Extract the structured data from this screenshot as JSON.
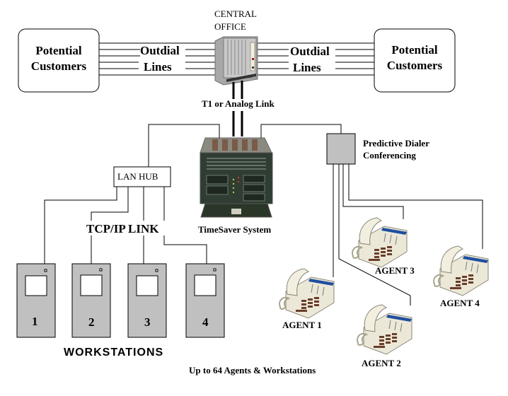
{
  "diagram": {
    "title": "Predictive Dialer Network Diagram",
    "central_office": {
      "label_line1": "CENTRAL",
      "label_line2": "OFFICE"
    },
    "left_customers": {
      "line1": "Potential",
      "line2": "Customers"
    },
    "right_customers": {
      "line1": "Potential",
      "line2": "Customers"
    },
    "left_outdial": {
      "line1": "Outdial",
      "line2": "Lines"
    },
    "right_outdial": {
      "line1": "Outdial",
      "line2": "Lines"
    },
    "t1_link": "T1 or Analog Link",
    "lan_hub": "LAN HUB",
    "tcpip_link": "TCP/IP LINK",
    "timesaver": "TimeSaver System",
    "predictive_dialer": {
      "line1": "Predictive Dialer",
      "line2": "Conferencing"
    },
    "workstations_title": "WORKSTATIONS",
    "workstations": [
      {
        "number": "1"
      },
      {
        "number": "2"
      },
      {
        "number": "3"
      },
      {
        "number": "4"
      }
    ],
    "agents": [
      {
        "label": "AGENT 1"
      },
      {
        "label": "AGENT 2"
      },
      {
        "label": "AGENT 3"
      },
      {
        "label": "AGENT 4"
      }
    ],
    "footer": "Up to 64 Agents & Workstations",
    "colors": {
      "workstation_fill": "#c0c0c0",
      "dialer_fill": "#c0c0c0",
      "line": "#000000",
      "phone_display": "#1f4fa0",
      "phone_body": "#ece8d8",
      "phone_keys": "#6a3e2a",
      "server_dark": "#2e3a2e",
      "server_frame": "#8c8c8c"
    }
  }
}
